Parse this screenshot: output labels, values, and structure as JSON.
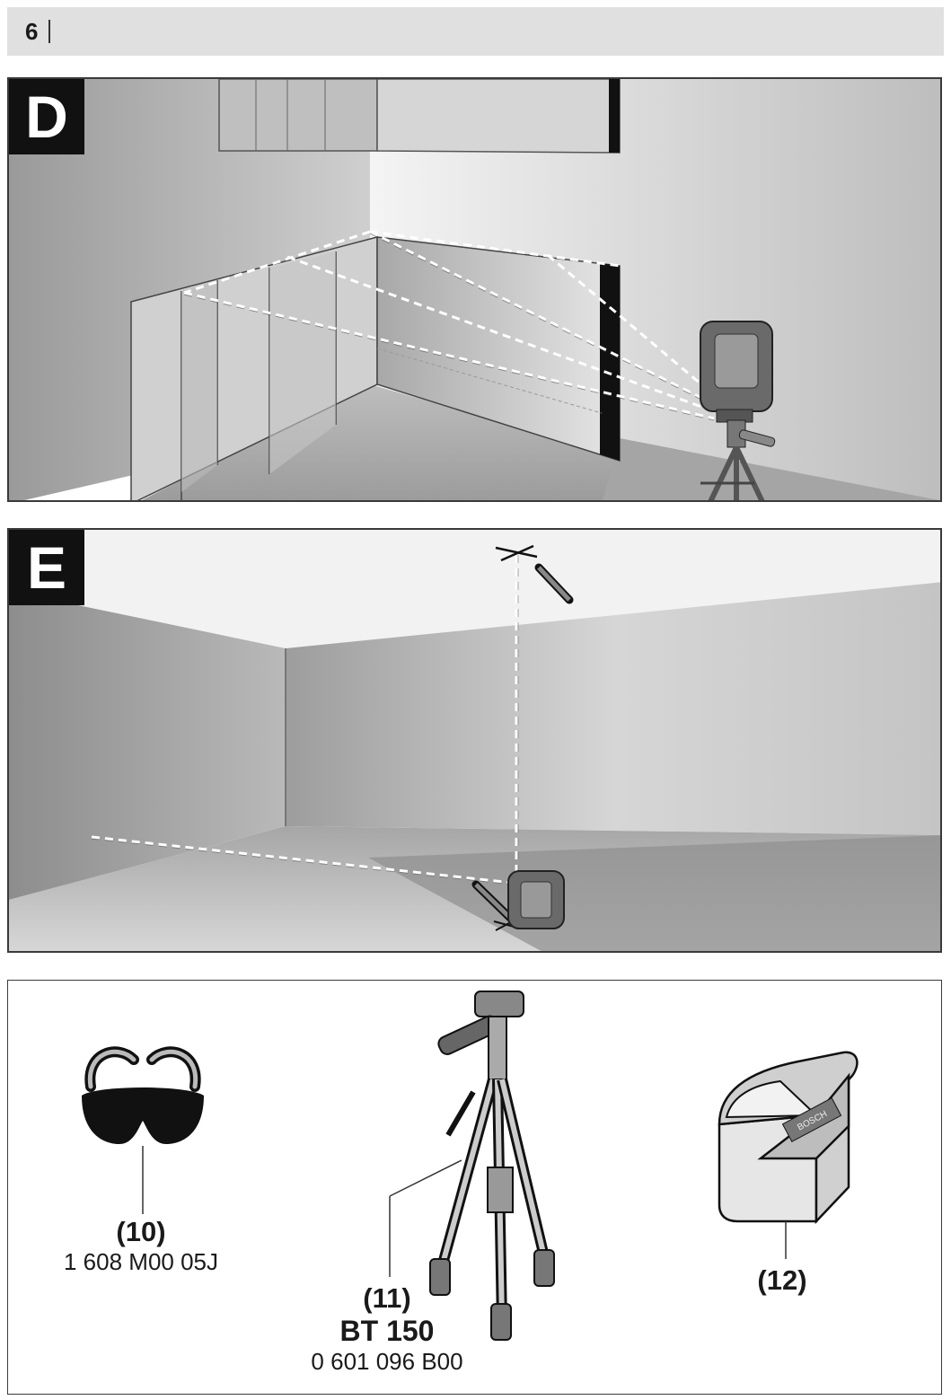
{
  "page": {
    "number": "6"
  },
  "figures": {
    "d": {
      "label": "D"
    },
    "e": {
      "label": "E"
    }
  },
  "accessories": {
    "glasses": {
      "ref": "(10)",
      "part_number": "1 608 M00 05J"
    },
    "tripod": {
      "ref": "(11)",
      "model": "BT 150",
      "part_number": "0 601 096 B00"
    },
    "pouch": {
      "ref": "(12)",
      "logo_text": "BOSCH"
    }
  },
  "colors": {
    "header_bg": "#e0e0e0",
    "label_bg": "#111111",
    "border": "#3a3a3a"
  }
}
